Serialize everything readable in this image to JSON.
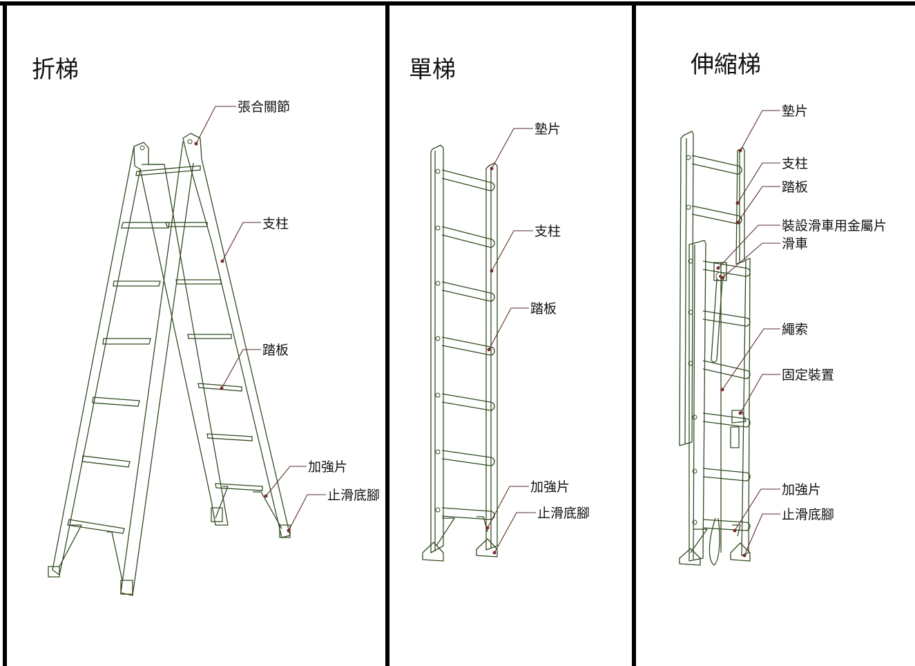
{
  "panels": [
    {
      "title": "折梯",
      "labels": {
        "hinge": "張合關節",
        "rail": "支柱",
        "step": "踏板",
        "brace": "加強片",
        "foot": "止滑底腳"
      }
    },
    {
      "title": "單梯",
      "labels": {
        "pad": "墊片",
        "rail": "支柱",
        "step": "踏板",
        "brace": "加強片",
        "foot": "止滑底腳"
      }
    },
    {
      "title": "伸縮梯",
      "labels": {
        "pad": "墊片",
        "rail": "支柱",
        "step": "踏板",
        "pulley_bracket": "裝設滑車用金屬片",
        "pulley": "滑車",
        "rope": "繩索",
        "lock": "固定裝置",
        "brace": "加強片",
        "foot": "止滑底腳"
      }
    }
  ],
  "colors": {
    "ladder_line": "#2f4a1f",
    "leader_line": "#5a2a2a",
    "frame": "#000000"
  }
}
